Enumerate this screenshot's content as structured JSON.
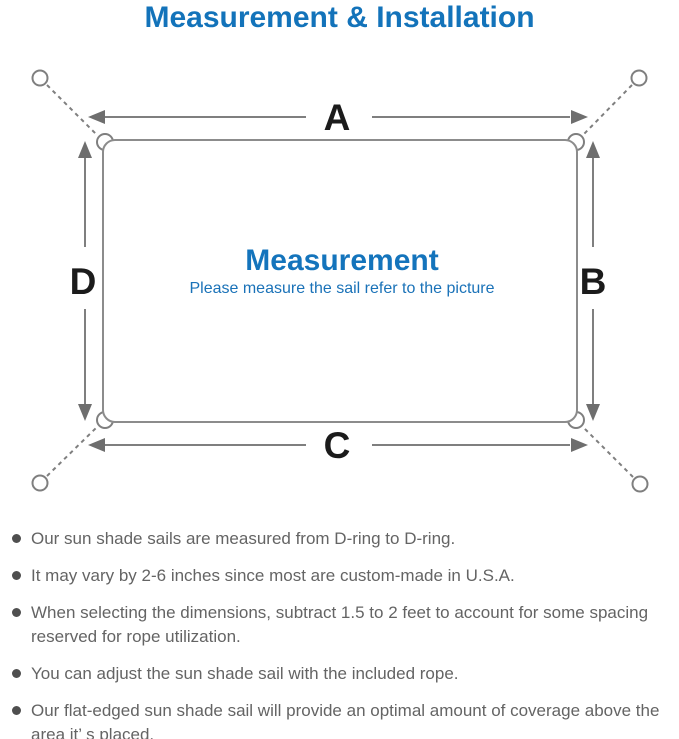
{
  "title": "Measurement & Installation",
  "diagram": {
    "labels": {
      "top": "A",
      "right": "B",
      "bottom": "C",
      "left": "D"
    },
    "center_title": "Measurement",
    "center_subtitle": "Please measure the sail refer to the picture",
    "colors": {
      "accent_blue": "#1474bc",
      "subtitle_blue": "#1a72b8",
      "line_gray": "#7f7f7f",
      "label_black": "#1b1b1b",
      "note_gray": "#646464"
    }
  },
  "notes": {
    "items": [
      "Our sun shade sails are measured from D-ring to D-ring.",
      "It may vary by 2-6 inches since most are custom-made in U.S.A.",
      "When selecting the dimensions, subtract 1.5 to 2 feet to account for some spacing reserved for rope utilization.",
      "You can adjust the sun shade sail with the included rope.",
      "Our flat-edged sun shade sail will provide an optimal amount of coverage above the area it’ s placed."
    ]
  }
}
